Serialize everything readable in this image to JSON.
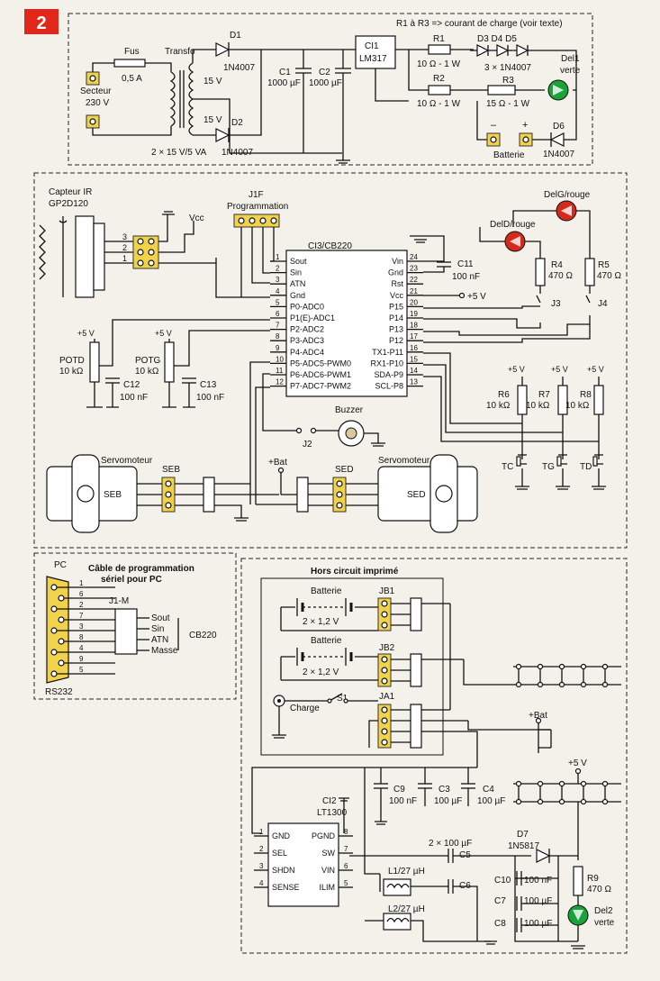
{
  "figure_number": "2",
  "colors": {
    "badge": "#e1261c",
    "led_red": "#d42a1c",
    "led_green": "#19a33a",
    "connector": "#f2d24a",
    "background": "#f4f1ea"
  },
  "power": {
    "note": "R1 à R3 => courant de charge (voir texte)",
    "fuse": "Fus",
    "fuse_value": "0,5 A",
    "transfo": "Transfo",
    "secteur": "Secteur",
    "secteur_v": "230 V",
    "v15a": "15 V",
    "v15b": "15 V",
    "transfo_rating": "2 × 15 V/5 VA",
    "d1": "D1",
    "d1_type": "1N4007",
    "d2": "D2",
    "d2_type": "1N4007",
    "c1": "C1",
    "c1_val": "1000 µF",
    "c2": "C2",
    "c2_val": "1000 µF",
    "ci1": "CI1",
    "ci1_type": "LM317",
    "r1": "R1",
    "r1_val": "10 Ω - 1 W",
    "r2": "R2",
    "r2_val": "10 Ω - 1 W",
    "r3": "R3",
    "r3_val": "15 Ω - 1 W",
    "d345": "D3  D4  D5",
    "d345_val": "3 × 1N4007",
    "del1": "Del1",
    "del1_color": "verte",
    "d6": "D6",
    "d6_type": "1N4007",
    "minus": "–",
    "plus": "+",
    "batterie": "Batterie"
  },
  "main": {
    "ir_sensor": "Capteur IR",
    "ir_model": "GP2D120",
    "j1f": "J1F",
    "programmation": "Programmation",
    "vcc": "Vcc",
    "pins": [
      "3",
      "2",
      "1"
    ],
    "chip": "CI3/CB220",
    "left_pins": [
      {
        "n": "1",
        "label": "Sout"
      },
      {
        "n": "2",
        "label": "Sin"
      },
      {
        "n": "3",
        "label": "ATN"
      },
      {
        "n": "4",
        "label": "Gnd"
      },
      {
        "n": "5",
        "label": "P0-ADC0"
      },
      {
        "n": "6",
        "label": "P1(E)-ADC1"
      },
      {
        "n": "7",
        "label": "P2-ADC2"
      },
      {
        "n": "8",
        "label": "P3-ADC3"
      },
      {
        "n": "9",
        "label": "P4-ADC4"
      },
      {
        "n": "10",
        "label": "P5-ADC5-PWM0"
      },
      {
        "n": "11",
        "label": "P6-ADC6-PWM1"
      },
      {
        "n": "12",
        "label": "P7-ADC7-PWM2"
      }
    ],
    "right_pins": [
      {
        "n": "24",
        "label": "Vin"
      },
      {
        "n": "23",
        "label": "Gnd"
      },
      {
        "n": "22",
        "label": "Rst"
      },
      {
        "n": "21",
        "label": "Vcc"
      },
      {
        "n": "20",
        "label": "P15"
      },
      {
        "n": "19",
        "label": "P14"
      },
      {
        "n": "18",
        "label": "P13"
      },
      {
        "n": "17",
        "label": "P12"
      },
      {
        "n": "16",
        "label": "TX1-P11"
      },
      {
        "n": "15",
        "label": "RX1-P10"
      },
      {
        "n": "14",
        "label": "SDA-P9"
      },
      {
        "n": "13",
        "label": "SCL-P8"
      }
    ],
    "c11": "C11",
    "c11_val": "100 nF",
    "plus5v": "+5 V",
    "delg": "DelG/rouge",
    "deld": "DelD/rouge",
    "r4": "R4",
    "r4_val": "470 Ω",
    "r5": "R5",
    "r5_val": "470 Ω",
    "j3": "J3",
    "j4": "J4",
    "potd": "POTD",
    "potd_val": "10 kΩ",
    "potg": "POTG",
    "potg_val": "10 kΩ",
    "c12": "C12",
    "c12_val": "100 nF",
    "c13": "C13",
    "c13_val": "100 nF",
    "p5v_1": "+5 V",
    "p5v_2": "+5 V",
    "r6": "R6",
    "r6_val": "10 kΩ",
    "r7": "R7",
    "r7_val": "10 kΩ",
    "r8": "R8",
    "r8_val": "10 kΩ",
    "p5v_r6": "+5 V",
    "p5v_r7": "+5 V",
    "p5v_r8": "+5 V",
    "tc": "TC",
    "tg": "TG",
    "td": "TD",
    "buzzer": "Buzzer",
    "j2": "J2",
    "servo_left": "Servomoteur",
    "servo_right": "Servomoteur",
    "seb": "SEB",
    "sed": "SED",
    "bat": "+Bat"
  },
  "cable": {
    "title1": "Câble de programmation",
    "title2": "sériel pour PC",
    "pc": "PC",
    "rs232": "RS232",
    "j1m": "J1-M",
    "cb220": "CB220",
    "db_pins": [
      "1",
      "6",
      "2",
      "7",
      "3",
      "8",
      "4",
      "9",
      "5"
    ],
    "signals": [
      "Sout",
      "Sin",
      "ATN",
      "Masse"
    ]
  },
  "lower": {
    "off_board": "Hors circuit imprimé",
    "batt1": "Batterie",
    "batt1_val": "2 × 1,2 V",
    "batt2": "Batterie",
    "batt2_val": "2 × 1,2 V",
    "jb1": "JB1",
    "jb2": "JB2",
    "ja1": "JA1",
    "charge": "Charge",
    "s1": "S1",
    "plus_bat": "+Bat",
    "plus5v": "+5 V",
    "c9": "C9",
    "c9_val": "100 nF",
    "c3": "C3",
    "c3_val": "100 µF",
    "c4": "C4",
    "c4_val": "100 µF",
    "ci2": "CI2",
    "ci2_type": "LT1300",
    "lt_left": [
      {
        "n": "1",
        "label": "GND"
      },
      {
        "n": "2",
        "label": "SEL"
      },
      {
        "n": "3",
        "label": "SHDN"
      },
      {
        "n": "4",
        "label": "SENSE"
      }
    ],
    "lt_right": [
      {
        "n": "8",
        "label": "PGND"
      },
      {
        "n": "7",
        "label": "SW"
      },
      {
        "n": "6",
        "label": "VIN"
      },
      {
        "n": "5",
        "label": "ILIM"
      }
    ],
    "c56": "2 × 100 µF",
    "c5": "C5",
    "c6": "C6",
    "l1": "L1/27 µH",
    "l2": "L2/27 µH",
    "d7": "D7",
    "d7_type": "1N5817",
    "c10": "C10",
    "c10_val": "100 nF",
    "c7": "C7",
    "c7_val": "100 µF",
    "c8": "C8",
    "c8_val": "100 µF",
    "r9": "R9",
    "r9_val": "470 Ω",
    "del2": "Del2",
    "del2_color": "verte"
  }
}
